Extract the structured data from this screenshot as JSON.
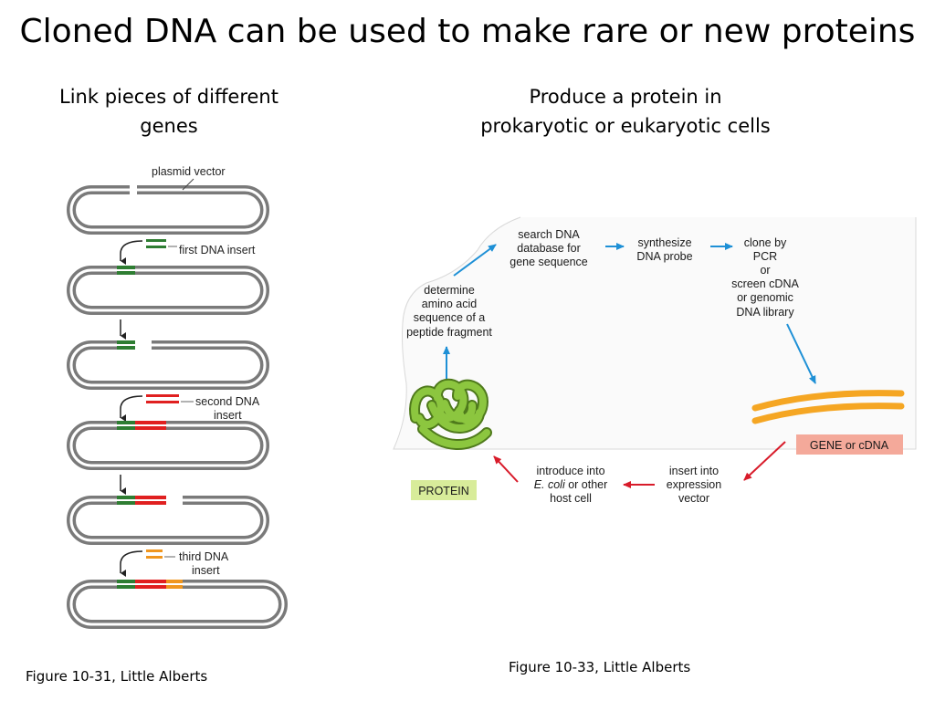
{
  "title": "Cloned DNA can be used to make rare or new proteins",
  "left": {
    "heading_line1": "Link pieces of different",
    "heading_line2": "genes",
    "labels": {
      "plasmid_vector": "plasmid vector",
      "first_insert": "first DNA insert",
      "second_insert_line1": "second DNA",
      "second_insert_line2": "insert",
      "third_insert_line1": "third DNA",
      "third_insert_line2": "insert"
    },
    "caption": "Figure 10-31, Little Alberts"
  },
  "right": {
    "heading_line1": "Produce a protein in",
    "heading_line2": "prokaryotic or eukaryotic cells",
    "steps": {
      "search": [
        "search DNA",
        "database for",
        "gene sequence"
      ],
      "synthesize": [
        "synthesize",
        "DNA probe"
      ],
      "clone": [
        "clone by",
        "PCR",
        "or",
        "screen cDNA",
        "or genomic",
        "DNA library"
      ],
      "insert": [
        "insert into",
        "expression",
        "vector"
      ],
      "introduce_pre": "introduce into",
      "introduce_italic": "E. coli",
      "introduce_post": " or other",
      "introduce_line3": "host cell",
      "determine": [
        "determine",
        "amino acid",
        "sequence of a",
        "peptide fragment"
      ]
    },
    "gene_label": "GENE or cDNA",
    "protein_label": "PROTEIN",
    "caption": "Figure 10-33, Little Alberts"
  },
  "colors": {
    "insert_green": "#2e7d32",
    "insert_red": "#e02020",
    "insert_orange": "#f0961e",
    "arrow_blue": "#1e90d6",
    "arrow_red": "#d81b2a",
    "gene_orange": "#f5a623",
    "gene_label_bg": "#f4a99a",
    "protein_green": "#8cc63f",
    "protein_label_bg": "#d8ec9a"
  }
}
